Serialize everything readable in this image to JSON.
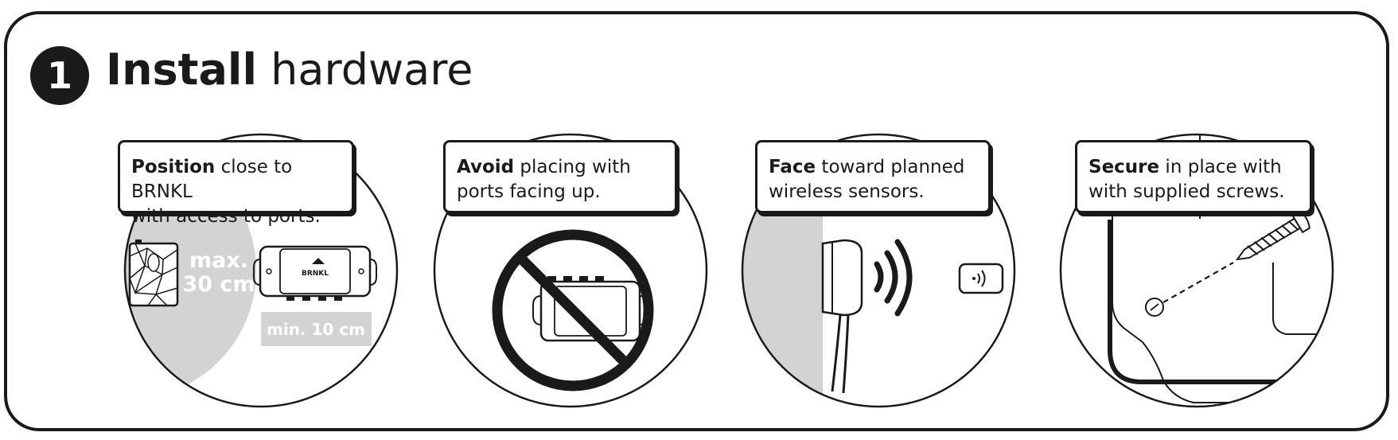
{
  "header": {
    "step_number": "1",
    "title_bold": "Install",
    "title_light": "hardware"
  },
  "panels": [
    {
      "bold": "Position",
      "rest_line1": " close to BRNKL",
      "line2": "with access to ports."
    },
    {
      "bold": "Avoid",
      "rest_line1": " placing with",
      "line2": "ports facing up."
    },
    {
      "bold": "Face",
      "rest_line1": " toward planned",
      "line2": "wireless sensors."
    },
    {
      "bold": "Secure",
      "rest_line1": " in place with",
      "line2": "with supplied screws."
    }
  ],
  "labels": {
    "max_line1": "max.",
    "max_line2": "30 cm",
    "min": "min. 10 cm",
    "device_brand": "BRNKL"
  },
  "colors": {
    "ink": "#1a1a1a",
    "zone_gray": "#d3d3d3"
  }
}
